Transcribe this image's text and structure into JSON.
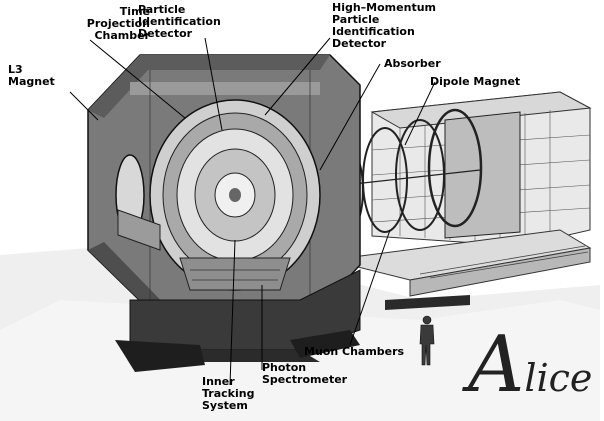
{
  "labels": {
    "tpc": "Time\nProjection\nChamber",
    "l3": "L3\nMagnet",
    "pid": "Particle\nIdentification\nDetector",
    "hmpid": "High–Momentum\nParticle\nIdentification\nDetector",
    "absorber": "Absorber",
    "dipole": "Dipole Magnet",
    "muon": "Muon Chambers",
    "photon": "Photon\nSpectrometer",
    "its": "Inner\nTracking\nSystem"
  },
  "logo": {
    "initial": "A",
    "rest": "lice"
  }
}
